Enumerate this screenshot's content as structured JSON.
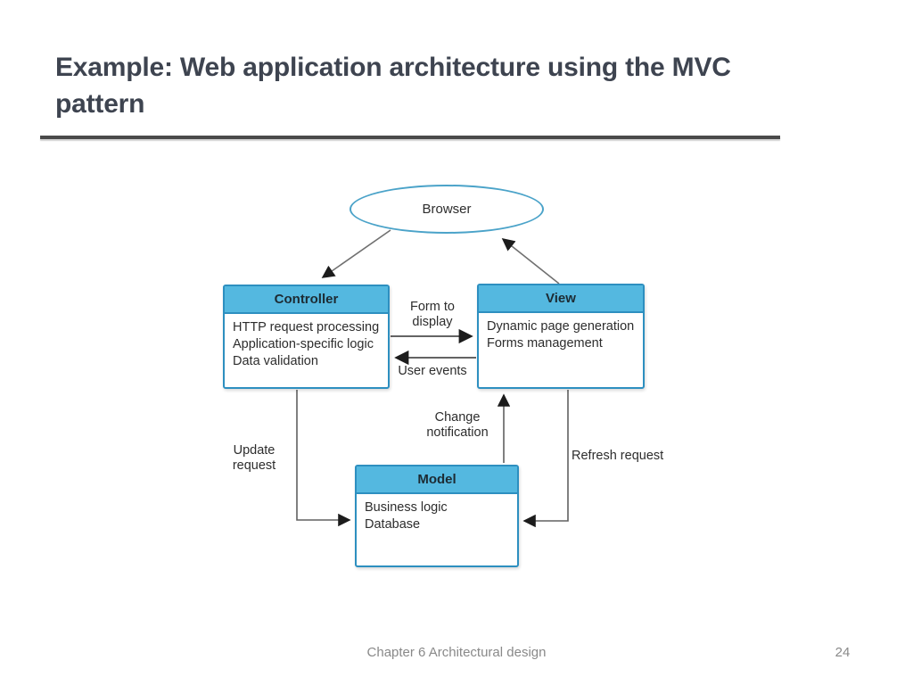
{
  "slide": {
    "title": "Example: Web application architecture using the MVC pattern",
    "footer": "Chapter 6 Architectural design",
    "page_number": "24"
  },
  "diagram": {
    "browser": {
      "label": "Browser"
    },
    "controller": {
      "title": "Controller",
      "lines": [
        "HTTP request processing",
        "Application-specific logic",
        "Data validation"
      ]
    },
    "view": {
      "title": "View",
      "lines": [
        "Dynamic page generation",
        "Forms management"
      ]
    },
    "model": {
      "title": "Model",
      "lines": [
        "Business logic",
        "Database"
      ]
    },
    "edges": {
      "form_to_display": "Form to display",
      "user_events": "User events",
      "change_notification": "Change notification",
      "update_request": "Update request",
      "refresh_request": "Refresh request"
    },
    "colors": {
      "box_header_fill": "#54b8e0",
      "box_border": "#2d8fc0",
      "ellipse_border": "#4ba3c9",
      "connector_line": "#606060",
      "arrowhead": "#1c1c1c",
      "title_text": "#3e4450",
      "footer_text": "#898989"
    }
  }
}
